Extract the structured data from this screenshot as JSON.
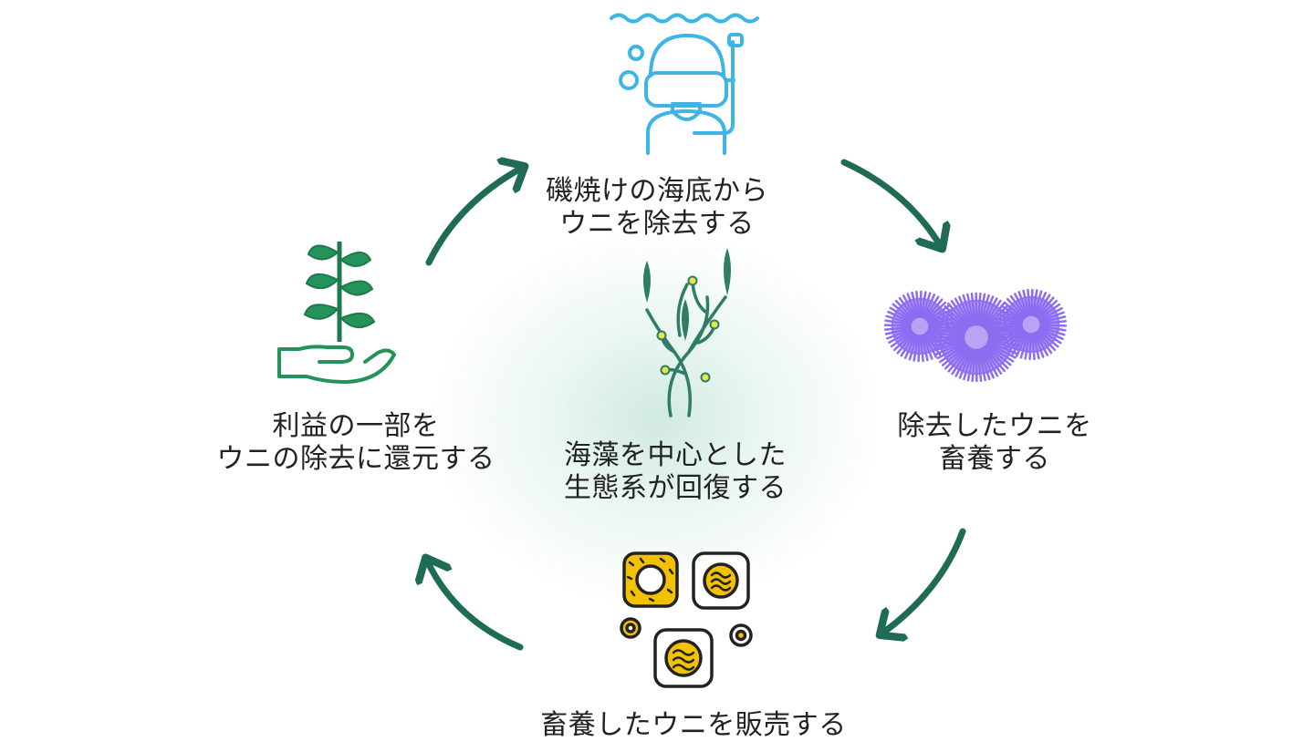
{
  "steps": {
    "remove": {
      "line1": "磯焼けの海底から",
      "line2": "ウニを除去する"
    },
    "farm": {
      "line1": "除去したウニを",
      "line2": "畜養する"
    },
    "sell": {
      "line1": "畜養したウニを販売する"
    },
    "return": {
      "line1": "利益の一部を",
      "line2": "ウニの除去に還元する"
    }
  },
  "center": {
    "line1": "海藻を中心とした",
    "line2": "生態系が回復する"
  },
  "icons": {
    "remove": "diver-icon",
    "farm": "sea-urchin-icon",
    "sell": "uni-sushi-icon",
    "return": "sprout-in-hand-icon",
    "center": "seaweed-icon"
  },
  "colors": {
    "arrow": "#1f6b55",
    "diver": "#3db5e6",
    "urchin": "#9b7ff0",
    "sushi_yellow": "#f2c200",
    "leaf": "#23925b",
    "seaweed": "#2f7d66"
  }
}
